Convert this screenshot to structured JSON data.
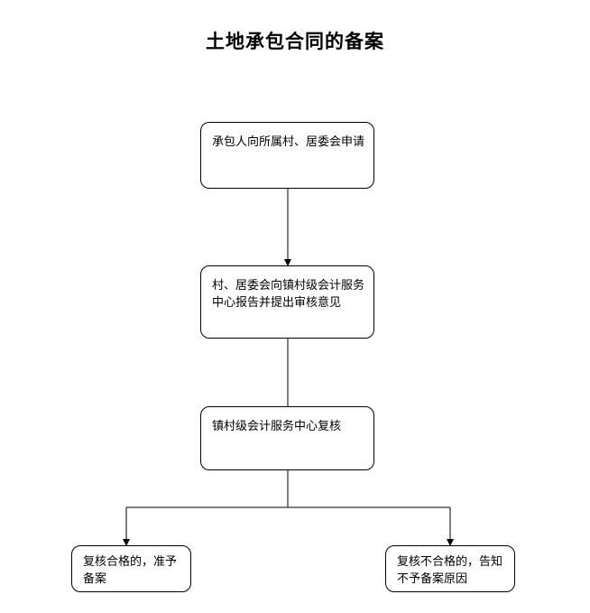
{
  "diagram": {
    "title": "土地承包合同的备案",
    "nodes": {
      "apply": "承包人向所属村、居委会申请",
      "report": "村、居委会向镇村级会计服务中心报告并提出审核意见",
      "review": "镇村级会计服务中心复核",
      "approve": "复核合格的，准予备案",
      "reject": "复核不合格的，告知不予备案原因"
    }
  }
}
